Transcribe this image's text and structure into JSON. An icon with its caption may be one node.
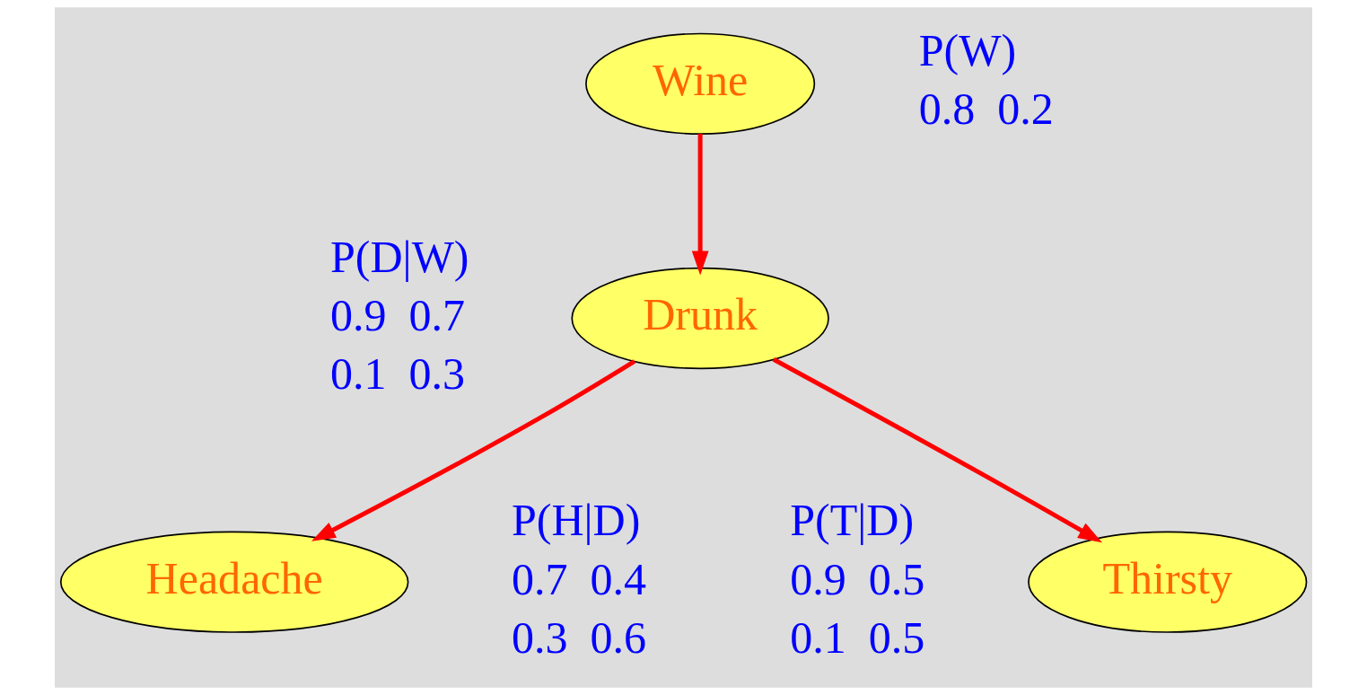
{
  "diagram": {
    "nodes": [
      {
        "text": [
          "Wine"
        ],
        "beside": [
          "P(W)",
          "0.8  0.2"
        ]
      },
      {
        "text": [
          "Drunk"
        ],
        "beside": [
          "P(D|W)",
          "0.9  0.7",
          "0.1  0.3"
        ]
      },
      {
        "text": [
          "Thirsty"
        ],
        "beside": [
          "P(T|D)",
          "0.9  0.5",
          "0.1  0.5"
        ]
      },
      {
        "text": [
          "Headache"
        ],
        "beside": [
          "P(H|D)",
          "0.7  0.4",
          "0.3  0.6"
        ]
      }
    ],
    "edges": [
      {
        "from": 0,
        "to": 1,
        "arrow": "to"
      },
      {
        "from": 1,
        "to": 2,
        "arrow": "to"
      },
      {
        "from": 1,
        "to": 3,
        "arrow": "to"
      }
    ]
  }
}
